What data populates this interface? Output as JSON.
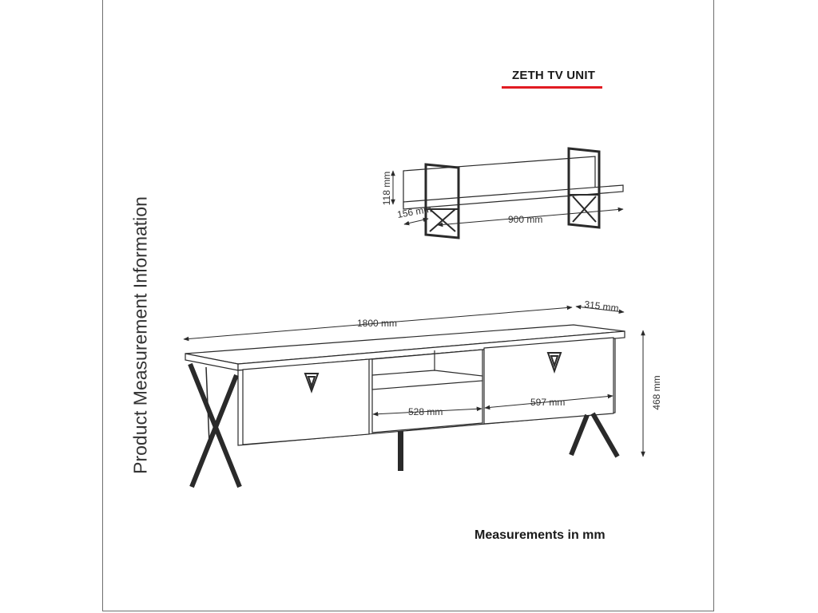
{
  "product_title": "ZETH TV UNIT",
  "side_label": "Product Measurement Information",
  "footer_note": "Measurements in mm",
  "dimensions": {
    "shelf_height": "118 mm",
    "shelf_depth": "156 mm",
    "shelf_width": "900 mm",
    "unit_width": "1800 mm",
    "unit_depth": "315 mm",
    "unit_height": "468 mm",
    "middle_opening": "528 mm",
    "drawer_width": "597 mm"
  },
  "colors": {
    "accent_rule": "#e11b22",
    "line": "#2a2a2a"
  }
}
